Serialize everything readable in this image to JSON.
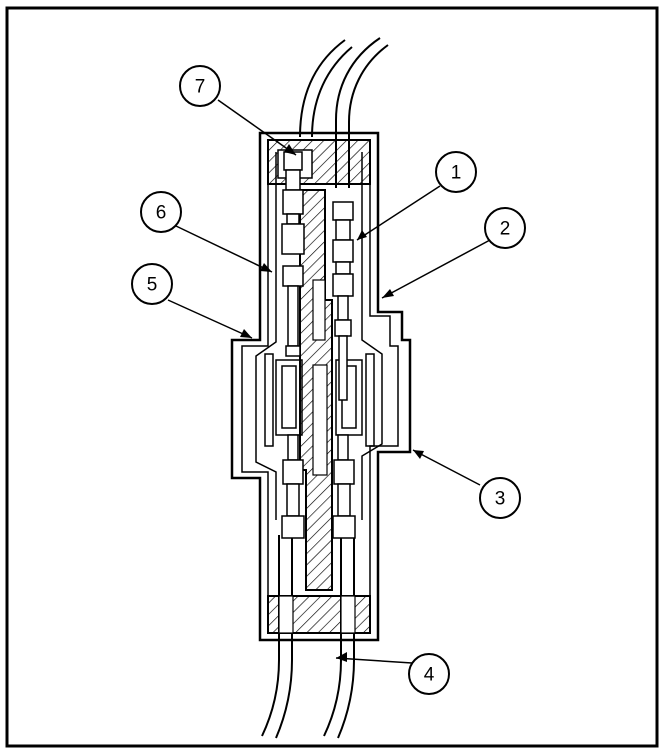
{
  "figure": {
    "description_free": true,
    "callouts": [
      {
        "id": "1",
        "label": "1"
      },
      {
        "id": "2",
        "label": "2"
      },
      {
        "id": "3",
        "label": "3"
      },
      {
        "id": "4",
        "label": "4"
      },
      {
        "id": "5",
        "label": "5"
      },
      {
        "id": "6",
        "label": "6"
      },
      {
        "id": "7",
        "label": "7"
      }
    ]
  },
  "colors": {
    "line": "#000000",
    "background": "#ffffff"
  }
}
